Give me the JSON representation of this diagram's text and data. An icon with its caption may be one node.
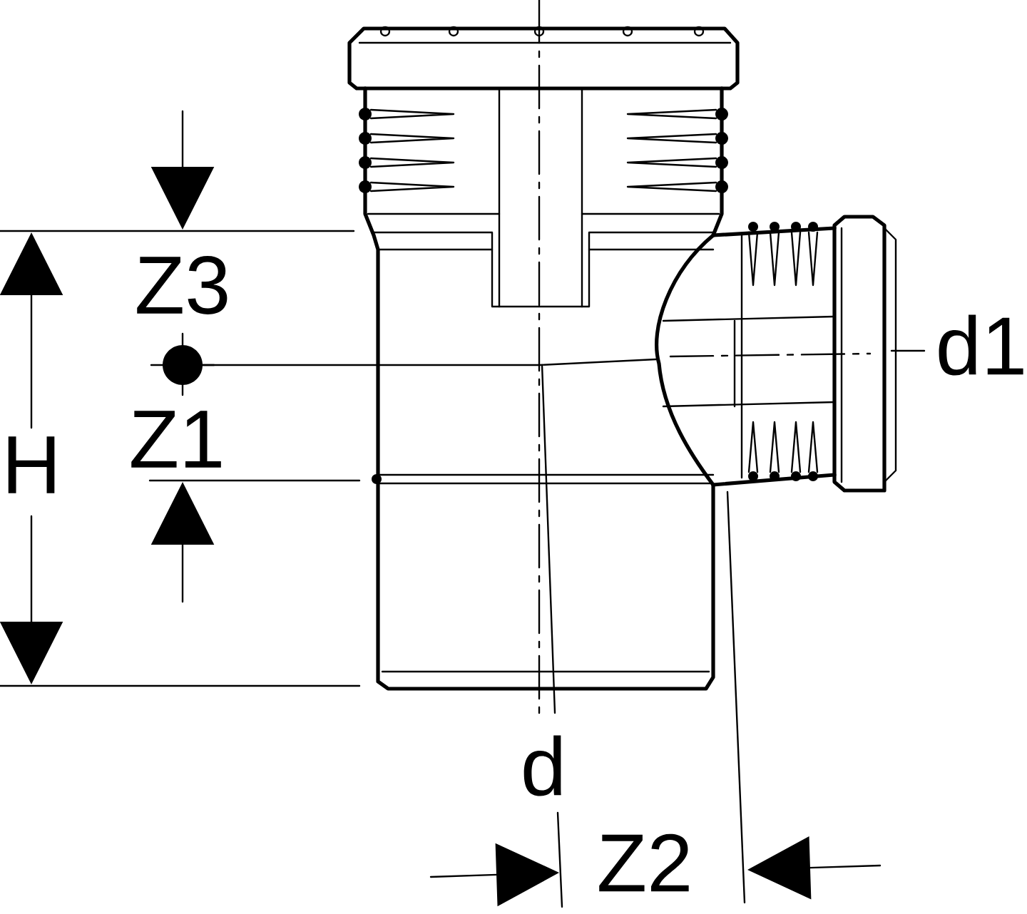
{
  "diagram": {
    "labels": [
      "Z3",
      "d1",
      "Z1",
      "H",
      "d",
      "Z2"
    ]
  }
}
